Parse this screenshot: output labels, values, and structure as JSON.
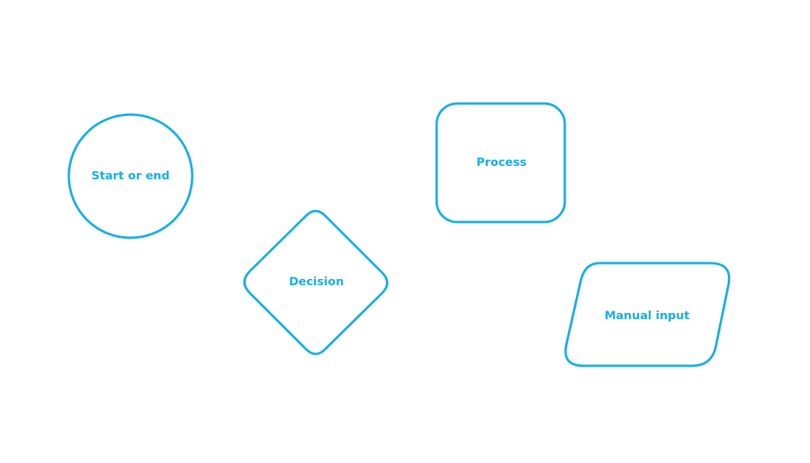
{
  "colors": {
    "accent": "#18aee3",
    "background": "#ffffff"
  },
  "shapes": [
    {
      "kind": "terminator",
      "label": "Start or end"
    },
    {
      "kind": "decision",
      "label": "Decision"
    },
    {
      "kind": "process",
      "label": "Process"
    },
    {
      "kind": "manual-input",
      "label": "Manual input"
    }
  ]
}
